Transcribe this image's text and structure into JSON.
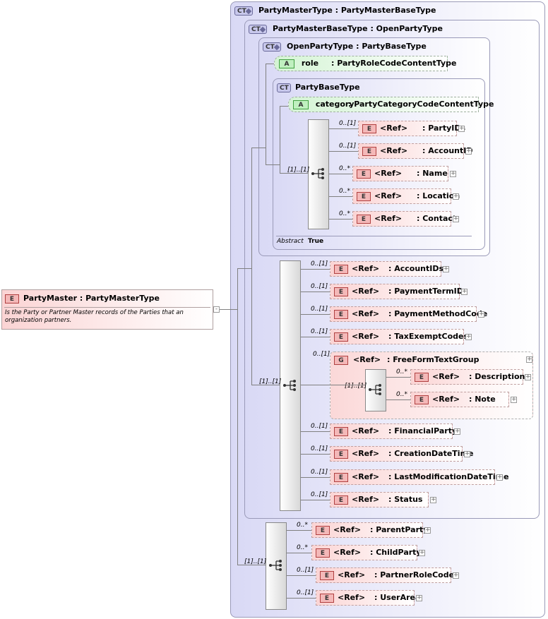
{
  "root": {
    "badge": "E",
    "title": "PartyMaster : PartyMasterType",
    "doc": "Is the Party or Partner Master records of the Parties that an organization partners."
  },
  "types": {
    "party_master_type": {
      "badge": "CT",
      "title": "PartyMasterType : PartyMasterBaseType"
    },
    "party_master_base_type": {
      "badge": "CT",
      "title": "PartyMasterBaseType : OpenPartyType"
    },
    "open_party_type": {
      "badge": "CT",
      "title": "OpenPartyType : PartyBaseType"
    },
    "party_base_type": {
      "badge": "CT",
      "title": "PartyBaseType"
    }
  },
  "attributes": {
    "role": {
      "badge": "A",
      "name": "role",
      "type": ": PartyRoleCodeContentType"
    },
    "category": {
      "badge": "A",
      "name": "category",
      "type": ": PartyCategoryCodeContentType"
    }
  },
  "abstract": {
    "label": "Abstract",
    "value": "True"
  },
  "sequences": {
    "base": {
      "card": "[1]..[1]"
    },
    "master_base": {
      "card": "[1]..[1]"
    },
    "group_inner": {
      "card": "[1]..[1]"
    },
    "master": {
      "card": "[1]..[1]"
    }
  },
  "base_elements": [
    {
      "badge": "E",
      "ref": "<Ref>",
      "name": ": PartyIDs",
      "card": "0..[1]"
    },
    {
      "badge": "E",
      "ref": "<Ref>",
      "name": ": AccountID",
      "card": "0..[1]"
    },
    {
      "badge": "E",
      "ref": "<Ref>",
      "name": ": Name",
      "card": "0..*"
    },
    {
      "badge": "E",
      "ref": "<Ref>",
      "name": ": Location",
      "card": "0..*"
    },
    {
      "badge": "E",
      "ref": "<Ref>",
      "name": ": Contact",
      "card": "0..*"
    }
  ],
  "master_base_elements_top": [
    {
      "badge": "E",
      "ref": "<Ref>",
      "name": ": AccountIDs",
      "card": "0..[1]"
    },
    {
      "badge": "E",
      "ref": "<Ref>",
      "name": ": PaymentTermID",
      "card": "0..[1]"
    },
    {
      "badge": "E",
      "ref": "<Ref>",
      "name": ": PaymentMethodCode",
      "card": "0..[1]"
    },
    {
      "badge": "E",
      "ref": "<Ref>",
      "name": ": TaxExemptCodes",
      "card": "0..[1]"
    }
  ],
  "group": {
    "badge": "G",
    "ref": "<Ref>",
    "name": ": FreeFormTextGroup",
    "card": "0..[1]",
    "children": [
      {
        "badge": "E",
        "ref": "<Ref>",
        "name": ": Description",
        "card": "0..*"
      },
      {
        "badge": "E",
        "ref": "<Ref>",
        "name": ": Note",
        "card": "0..*"
      }
    ]
  },
  "master_base_elements_bottom": [
    {
      "badge": "E",
      "ref": "<Ref>",
      "name": ": FinancialParty",
      "card": "0..[1]"
    },
    {
      "badge": "E",
      "ref": "<Ref>",
      "name": ": CreationDateTime",
      "card": "0..[1]"
    },
    {
      "badge": "E",
      "ref": "<Ref>",
      "name": ": LastModificationDateTime",
      "card": "0..[1]"
    },
    {
      "badge": "E",
      "ref": "<Ref>",
      "name": ": Status",
      "card": "0..[1]"
    }
  ],
  "master_elements": [
    {
      "badge": "E",
      "ref": "<Ref>",
      "name": ": ParentParty",
      "card": "0..*"
    },
    {
      "badge": "E",
      "ref": "<Ref>",
      "name": ": ChildParty",
      "card": "0..*"
    },
    {
      "badge": "E",
      "ref": "<Ref>",
      "name": ": PartnerRoleCodes",
      "card": "0..[1]"
    },
    {
      "badge": "E",
      "ref": "<Ref>",
      "name": ": UserArea",
      "card": "0..[1]"
    }
  ],
  "icons": {
    "expand": "+",
    "sequence": "sequence-icon",
    "complex_type": "complex-type-icon"
  }
}
